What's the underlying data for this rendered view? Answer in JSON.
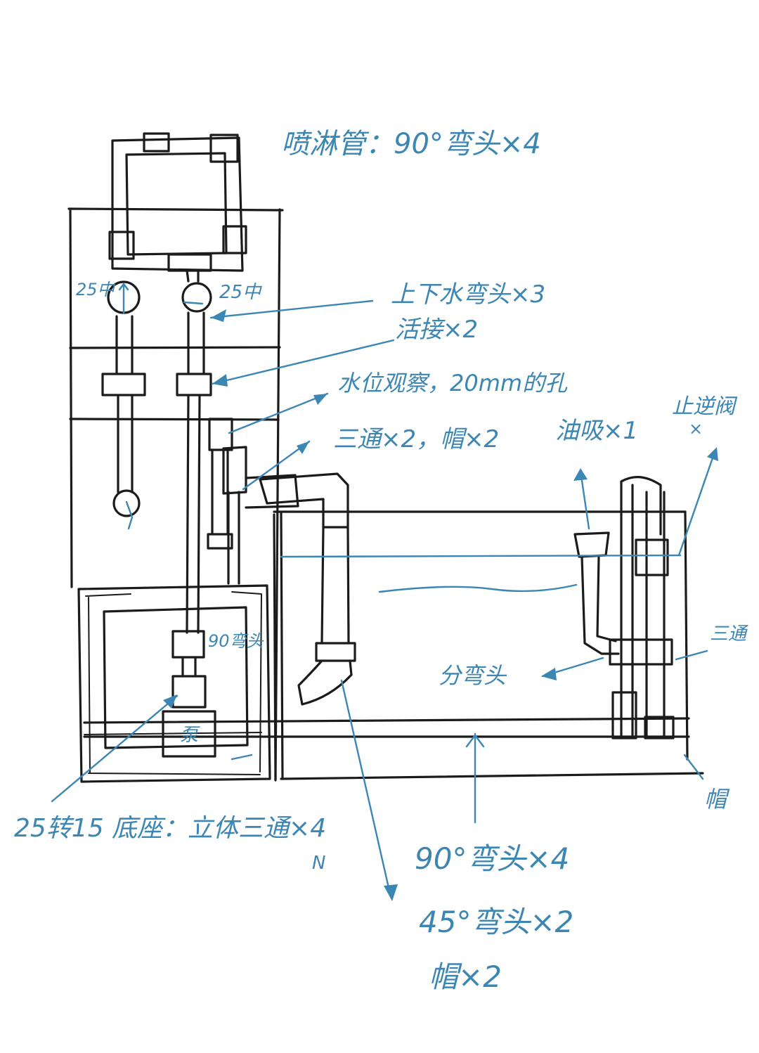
{
  "colors": {
    "paper": "#ffffff",
    "pencil": "#1b1b1b",
    "pen": "#3c86b4"
  },
  "labels": {
    "top_right": "喷淋管：90°弯头×4",
    "dim_left": "25中",
    "dim_right": "25中",
    "up_down_elbow": "上下水弯头×3",
    "union": "活接×2",
    "level_hole": "水位观察，20mm的孔",
    "tee_cap": "三通×2，帽×2",
    "suction": "油吸×1",
    "check_valve": "止逆阀",
    "check_valve_x": "×",
    "elbow_90": "90弯头",
    "pump": "泵",
    "fen_elbow": "分弯头",
    "tee_right": "三通",
    "cap_right": "帽",
    "base": "25转15 底座：立体三通×4",
    "elbow_90_x4": "90°弯头×4",
    "elbow_45_x2": "45°弯头×2",
    "cap_x2": "帽×2",
    "small_mark": "N"
  }
}
